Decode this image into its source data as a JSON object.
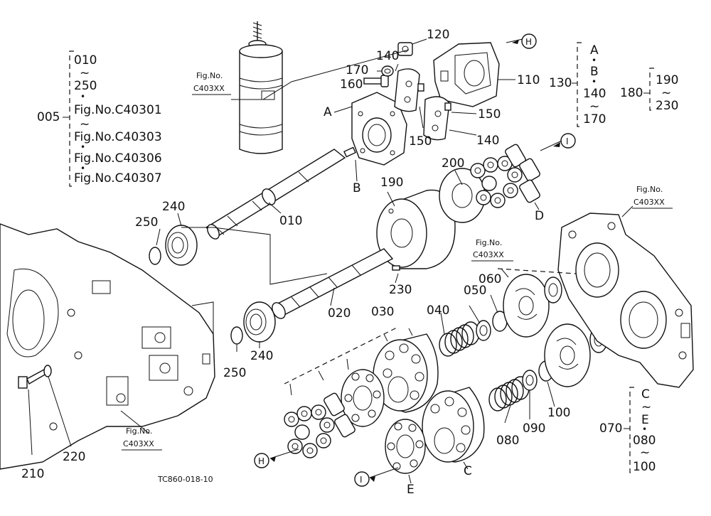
{
  "figure_code": "TC860-018-10",
  "labels": {
    "l005": "005",
    "l010a": "010",
    "l250a": "250",
    "c40301": "Fig.No.C40301",
    "c40303": "Fig.No.C40303",
    "c40306": "Fig.No.C40306",
    "c40307": "Fig.No.C40307",
    "tilde": "~",
    "dot": "•",
    "l120": "120",
    "l140a": "140",
    "l170": "170",
    "l160": "160",
    "l110": "110",
    "l150a": "150",
    "l150b": "150",
    "l140b": "140",
    "l130": "130",
    "A": "A",
    "B": "B",
    "C": "C",
    "D": "D",
    "E": "E",
    "H": "H",
    "I": "I",
    "l140c": "140",
    "l170b": "170",
    "l180": "180",
    "l190a": "190",
    "l230a": "230",
    "l010": "010",
    "l240a": "240",
    "l250b": "250",
    "l190": "190",
    "l200": "200",
    "l020": "020",
    "l230": "230",
    "l240b": "240",
    "l250c": "250",
    "l030": "030",
    "l040": "040",
    "l050": "050",
    "l060": "060",
    "l080": "080",
    "l090": "090",
    "l100": "100",
    "l070": "070",
    "l080b": "080",
    "l100b": "100",
    "l210": "210",
    "l220": "220",
    "figno": "Fig.No.",
    "c403xx": "C403XX"
  }
}
